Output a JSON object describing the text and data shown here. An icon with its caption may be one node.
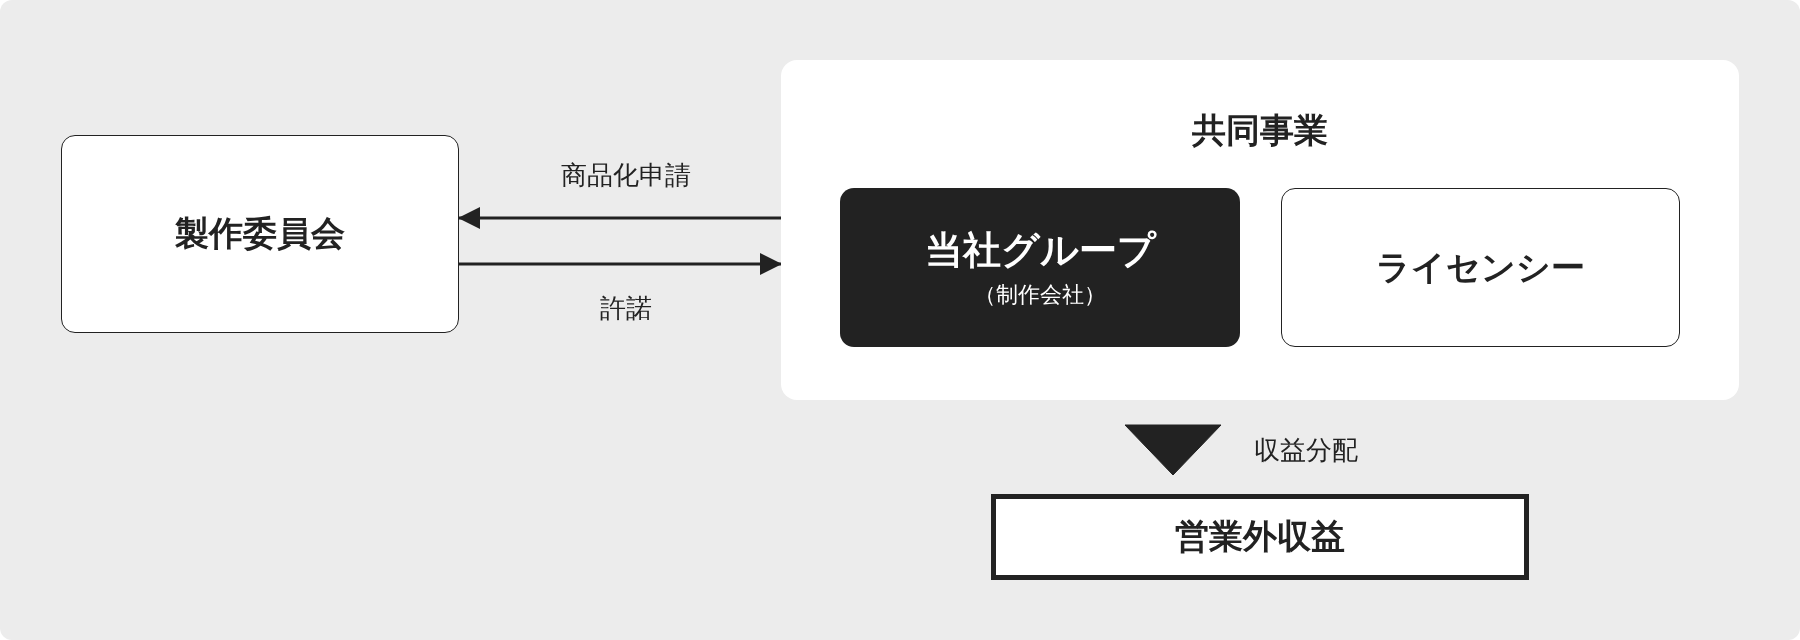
{
  "diagram": {
    "nodes": [
      {
        "text": [
          "製作委員会"
        ]
      },
      {
        "text": [
          "共同事業"
        ]
      },
      {
        "text": [
          "当社グループ",
          "（制作会社）"
        ],
        "in": 1
      },
      {
        "text": [
          "ライセンシー"
        ],
        "in": 1
      },
      {
        "text": [
          "営業外収益"
        ]
      }
    ],
    "edges": [
      {
        "from": 1,
        "to": 0,
        "arrow": "to",
        "label": "商品化申請"
      },
      {
        "from": 0,
        "to": 1,
        "arrow": "to",
        "label": "許諾"
      },
      {
        "from": 1,
        "to": 4,
        "arrow": "to",
        "label": "収益分配"
      }
    ]
  }
}
